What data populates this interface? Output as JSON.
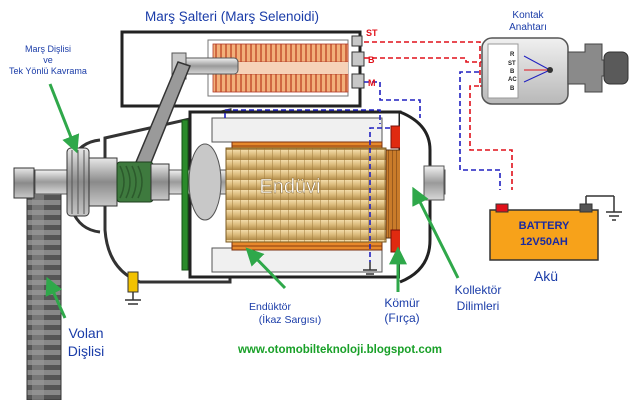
{
  "labels": {
    "solenoid": "Marş Şalteri (Marş Selenoidi)",
    "pinion_line1": "Marş Dişlisi",
    "pinion_line2": "ve",
    "pinion_line3": "Tek Yönlü Kavrama",
    "ignition_line1": "Kontak",
    "ignition_line2": "Anahtarı",
    "armature": "Endüvi",
    "field_line1": "Endüktör",
    "field_line2": "(İkaz Sargısı)",
    "brush_line1": "Kömür",
    "brush_line2": "(Fırça)",
    "commutator_line1": "Kollektör",
    "commutator_line2": "Dilimleri",
    "flywheel_line1": "Volan",
    "flywheel_line2": "Dişlisi",
    "battery_line1": "BATTERY",
    "battery_line2": "12V50AH",
    "battery_caption": "Akü",
    "website": "www.otomobilteknoloji.blogspot.com"
  },
  "terminals": {
    "st": "ST",
    "b": "B",
    "m": "M"
  },
  "switch_terminals": [
    "R",
    "ST",
    "B",
    "AC",
    "B"
  ],
  "colors": {
    "label_blue": "#1a3ca8",
    "arrow_green": "#2fa84a",
    "website_green": "#19a028",
    "terminal_red": "#e0101a",
    "battery_orange": "#f7a21a",
    "armature_core": "#d9b878",
    "housing": "#4a4a4a"
  }
}
